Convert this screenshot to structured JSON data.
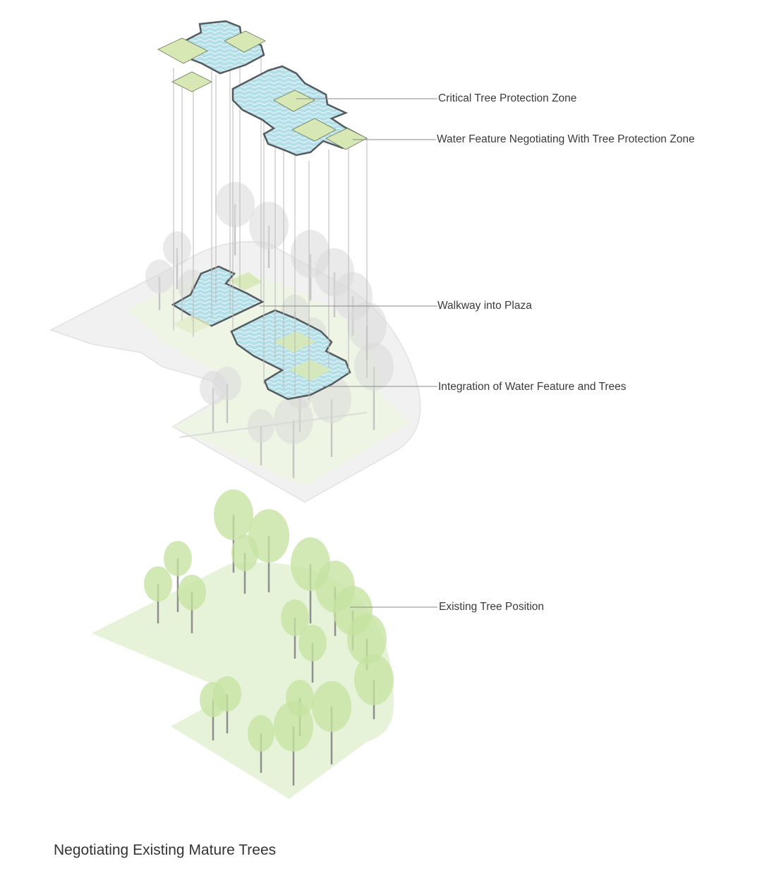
{
  "callouts": [
    {
      "id": "critical-tree-protection-zone",
      "text": "Critical Tree Protection Zone"
    },
    {
      "id": "water-feature-negotiating",
      "text": "Water Feature Negotiating With Tree Protection Zone"
    },
    {
      "id": "walkway-into-plaza",
      "text": "Walkway into Plaza"
    },
    {
      "id": "integration-water-feature-trees",
      "text": "Integration of Water Feature and Trees"
    },
    {
      "id": "existing-tree-position",
      "text": "Existing Tree Position"
    }
  ],
  "caption": "Negotiating Existing Mature Trees",
  "colors": {
    "leader_line": "#8a8a8a",
    "tree_green": "#c5e3a2",
    "ground_green": "#e6f2d6",
    "protection_zone": "#d7e8b5",
    "water_blue": "#a9d8e3",
    "water_edge": "#555a5e",
    "ghost_tree": "#dcdcdc",
    "plaza": "#f1f1f1"
  }
}
